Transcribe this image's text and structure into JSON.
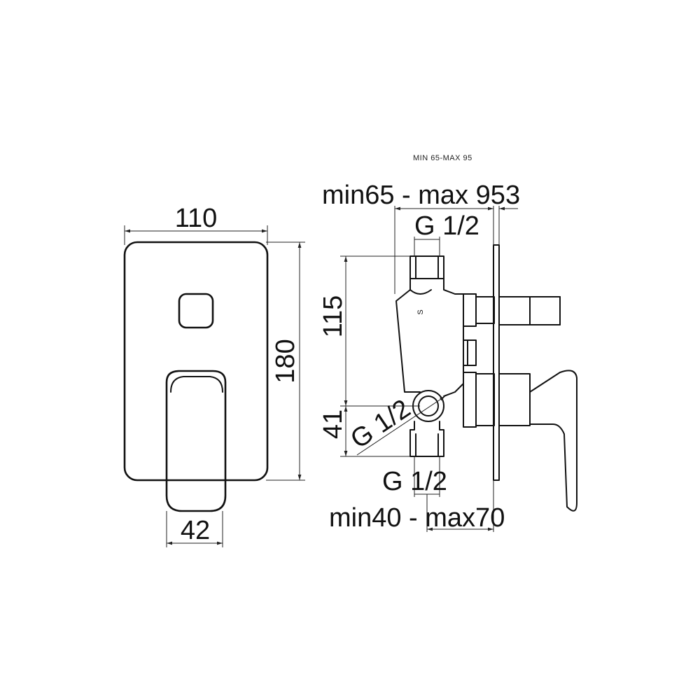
{
  "front_view": {
    "width_label": "110",
    "height_label": "180",
    "handle_width_label": "42"
  },
  "side_view": {
    "note_label": "MIN 65-MAX 95",
    "depth_range_label": "min65 - max 95",
    "plate_thickness_label": "3",
    "top_connection_label": "G 1/2",
    "height_upper_label": "115",
    "height_lower_label": "41",
    "side_connection_label": "G 1/2",
    "bottom_connection_label": "G 1/2",
    "lower_depth_range_label": "min40 - max70",
    "body_mark": "S"
  }
}
